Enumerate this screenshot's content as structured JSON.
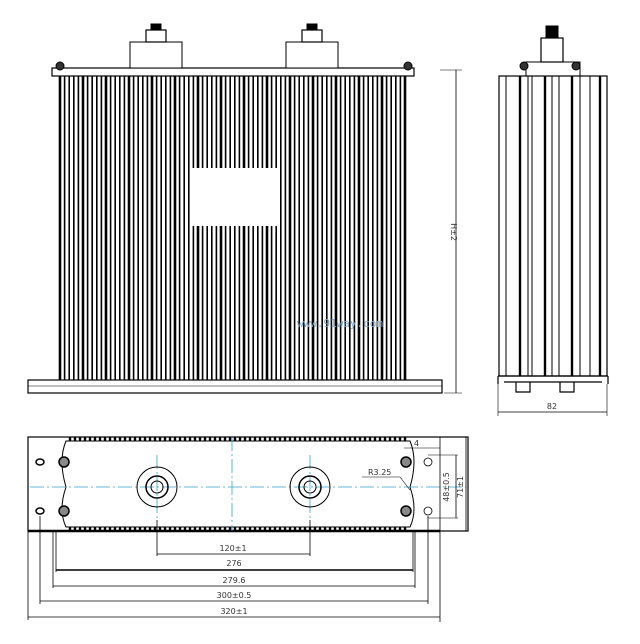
{
  "front_view": {
    "height_dimension": "H±2",
    "watermark": "www.91way.com"
  },
  "side_view": {
    "width_dimension": "82"
  },
  "bottom_view": {
    "dimensions": {
      "terminal_spacing": "120±1",
      "inner_length": "276",
      "body_length": "279.6",
      "hole_spacing": "300±0.5",
      "overall_length": "320±1",
      "slot_offset": "4",
      "radius": "R3.25",
      "hole_pitch": "48±0.5",
      "overall_width": "71±1"
    }
  },
  "colors": {
    "line": "#000000",
    "centerline": "#3aa0c8",
    "watermark": "#7fa6c8"
  }
}
